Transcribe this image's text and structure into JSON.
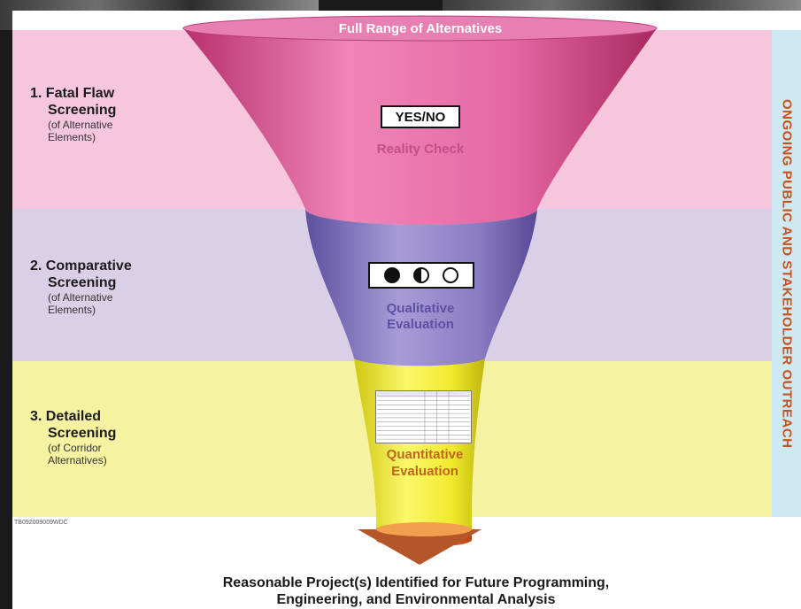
{
  "top_label": "Full Range of Alternatives",
  "steps": [
    {
      "number": "1.",
      "title_line1": "Fatal Flaw",
      "title_line2": "Screening",
      "sub_line1": "(of Alternative",
      "sub_line2": "Elements)"
    },
    {
      "number": "2.",
      "title_line1": "Comparative",
      "title_line2": "Screening",
      "sub_line1": "(of Alternative",
      "sub_line2": "Elements)"
    },
    {
      "number": "3.",
      "title_line1": "Detailed",
      "title_line2": "Screening",
      "sub_line1": "(of Corridor",
      "sub_line2": "Alternatives)"
    }
  ],
  "stage_labels": {
    "yes_no": "YES/NO",
    "reality_check": "Reality Check",
    "qualitative_1": "Qualitative",
    "qualitative_2": "Evaluation",
    "quantitative_1": "Quantitative",
    "quantitative_2": "Evaluation"
  },
  "side_label": "ONGOING PUBLIC AND STAKEHOLDER OUTREACH",
  "image_code": "TB092009009WDC",
  "result_line1": "Reasonable Project(s) Identified for Future Programming,",
  "result_line2": "Engineering, and Environmental Analysis",
  "colors": {
    "band_pink": "#f5c6dc",
    "band_lavender": "#d9cfe6",
    "band_yellow": "#f5f2a2",
    "funnel_pink": "#e0609e",
    "funnel_purple": "#8f82c8",
    "funnel_yellow": "#f3ef3c",
    "outreach_text": "#c8501c",
    "outreach_bg": "#cfe9f3"
  }
}
